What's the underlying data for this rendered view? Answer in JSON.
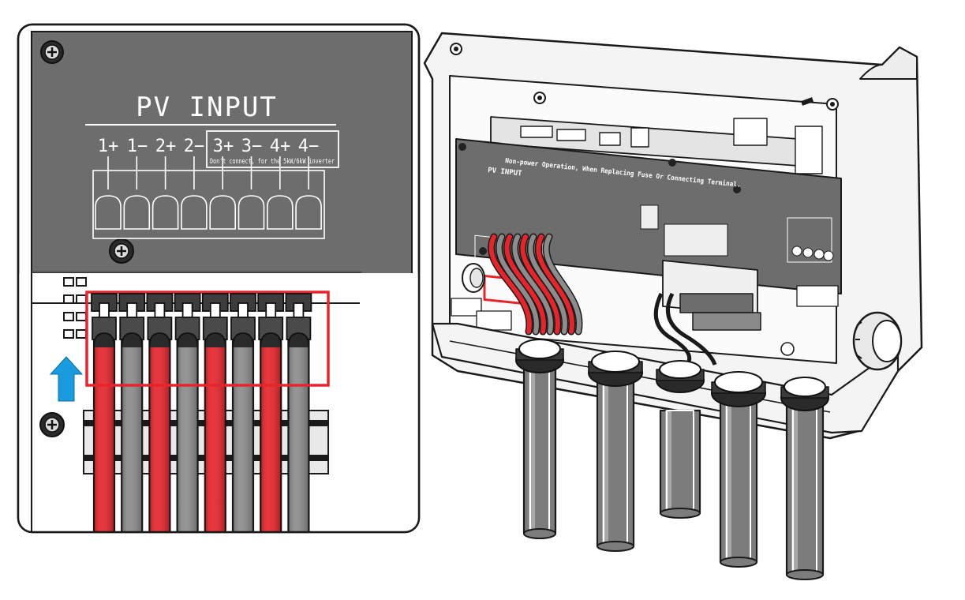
{
  "inset": {
    "title": "PV INPUT",
    "terminals": [
      "1+",
      "1−",
      "2+",
      "2−",
      "3+",
      "3−",
      "4+",
      "4−"
    ],
    "note": "Don't connect, for the 5kW/6kW inverter",
    "insert_arrow": "up-arrow-icon"
  },
  "device": {
    "warning_text": "Non-power Operation, When Replacing Fuse Or Connecting Terminal.",
    "pv_label": "PV INPUT"
  },
  "colors": {
    "positive_cable": "#e8242b",
    "negative_cable": "#8c8c8c",
    "panel": "#6d6d6d",
    "highlight": "#e8242b",
    "arrow": "#1a9be0"
  }
}
